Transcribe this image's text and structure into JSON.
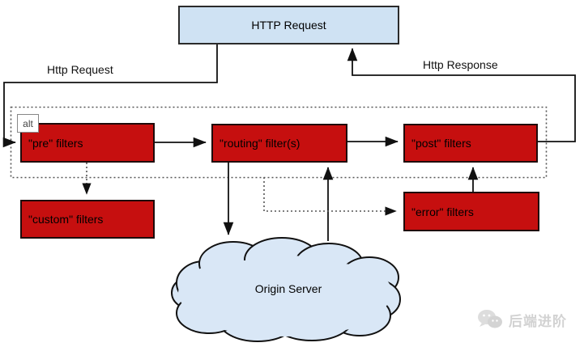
{
  "nodes": {
    "http_request": {
      "label": "HTTP Request"
    },
    "pre": {
      "label": "\"pre\" filters"
    },
    "routing": {
      "label": "\"routing\" filter(s)"
    },
    "post": {
      "label": "\"post\" filters"
    },
    "custom": {
      "label": "\"custom\" filters"
    },
    "error": {
      "label": "\"error\" filters"
    },
    "origin_server": {
      "label": "Origin Server"
    }
  },
  "edge_labels": {
    "request": "Http Request",
    "response": "Http Response"
  },
  "frame": {
    "alt_label": "alt"
  },
  "watermark": {
    "text": "后端进阶"
  },
  "colors": {
    "red": "#c60f0f",
    "red_border": "#1f0a0a",
    "blue": "#cfe2f3",
    "cloud": "#d9e7f6",
    "line": "#111111",
    "dotted": "#555555",
    "watermark": "#d2d2d2"
  }
}
